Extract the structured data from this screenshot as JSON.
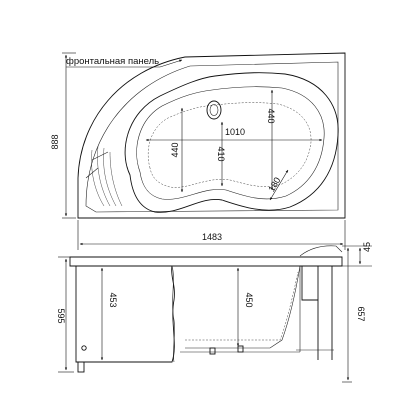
{
  "top_view": {
    "label": "фронтальная панель",
    "dimensions": {
      "overall_width": "1483",
      "overall_depth": "888",
      "basin_length": "1010",
      "inner_width_left": "440",
      "inner_width_right": "440",
      "center_width": "410",
      "corner": "180"
    }
  },
  "side_view": {
    "dimensions": {
      "rim_thickness": "45",
      "total_height_left": "595",
      "panel_height": "453",
      "basin_depth": "450",
      "total_height_right": "657"
    }
  }
}
